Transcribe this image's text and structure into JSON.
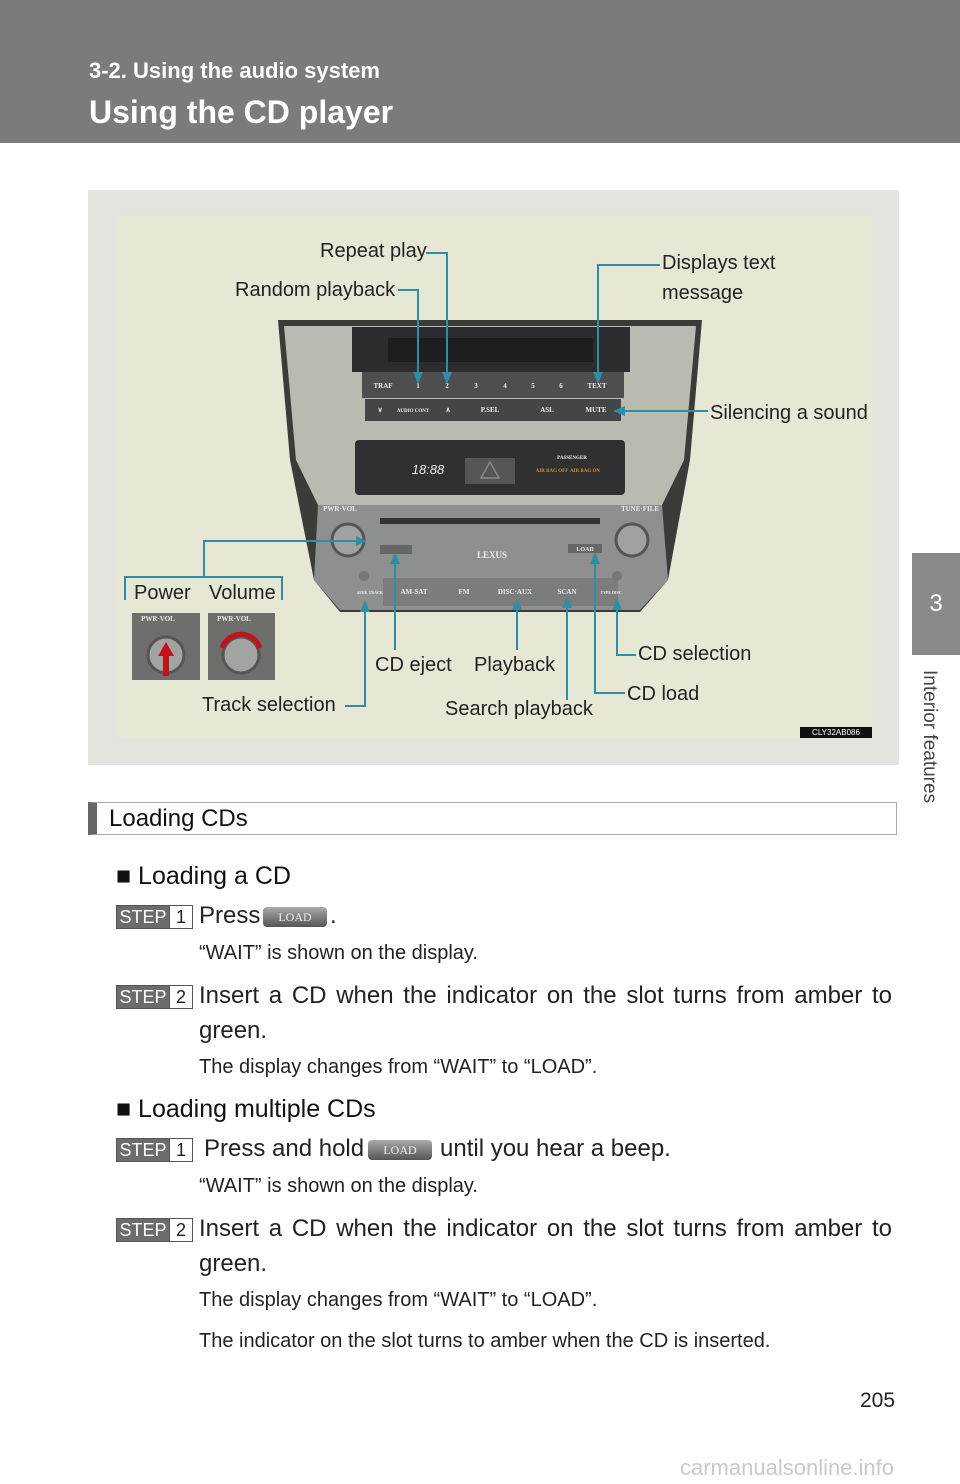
{
  "header": {
    "section": "3-2. Using the audio system",
    "title": "Using the CD player"
  },
  "side_tab": {
    "chapter_number": "3",
    "chapter_title": "Interior features"
  },
  "figure": {
    "callouts": {
      "repeat_play": "Repeat play",
      "random_playback": "Random playback",
      "displays_text_1": "Displays text",
      "displays_text_2": "message",
      "silencing": "Silencing a sound",
      "power": "Power",
      "volume": "Volume",
      "cd_eject": "CD eject",
      "playback": "Playback",
      "track_selection": "Track selection",
      "search_playback": "Search playback",
      "cd_selection": "CD selection",
      "cd_load": "CD load"
    },
    "figure_code": "CLY32AB086",
    "panel": {
      "top_buttons": [
        "TRAF",
        "1",
        "2",
        "3",
        "4",
        "5",
        "6",
        "TEXT"
      ],
      "second_row": [
        "∨",
        "AUDIO CONT",
        "∧",
        "P.SEL",
        "ASL",
        "MUTE"
      ],
      "clock": "18:88",
      "passenger": "PASSENGER",
      "airbag_off": "AIR BAG OFF",
      "airbag_on": "AIR BAG ON",
      "pwr_vol": "PWR·VOL",
      "tune_file": "TUNE·FILE",
      "brand": "LEXUS",
      "load": "LOAD",
      "bottom_buttons": [
        "AM-SAT",
        "FM",
        "DISC·AUX",
        "SCAN"
      ],
      "seek_track": "SEEK TRACK",
      "type_disc": "TYPE DISC",
      "knob_label": "PWR·VOL"
    }
  },
  "section_heading": "Loading CDs",
  "loading_cd": {
    "heading": "■ Loading a CD",
    "step1": {
      "step": "STEP",
      "num": "1",
      "text": "Press",
      "button": "LOAD",
      "after": ".",
      "note": "“WAIT” is shown on the display."
    },
    "step2": {
      "step": "STEP",
      "num": "2",
      "line1": "Insert a CD when the indicator on the slot turns from amber to",
      "line2": "green.",
      "note": "The display changes from “WAIT” to “LOAD”."
    }
  },
  "loading_multiple": {
    "heading": "■ Loading multiple CDs",
    "step1": {
      "step": "STEP",
      "num": "1",
      "text": "Press and hold",
      "button": "LOAD",
      "after": "until you hear a beep.",
      "note": "“WAIT” is shown on the display."
    },
    "step2": {
      "step": "STEP",
      "num": "2",
      "line1": "Insert a CD when the indicator on the slot turns from amber to",
      "line2": "green.",
      "note": "The display changes from “WAIT” to “LOAD”.",
      "note2": "The indicator on the slot turns to amber when the CD is inserted."
    }
  },
  "page_number": "205",
  "watermark": "carmanualsonline.info"
}
